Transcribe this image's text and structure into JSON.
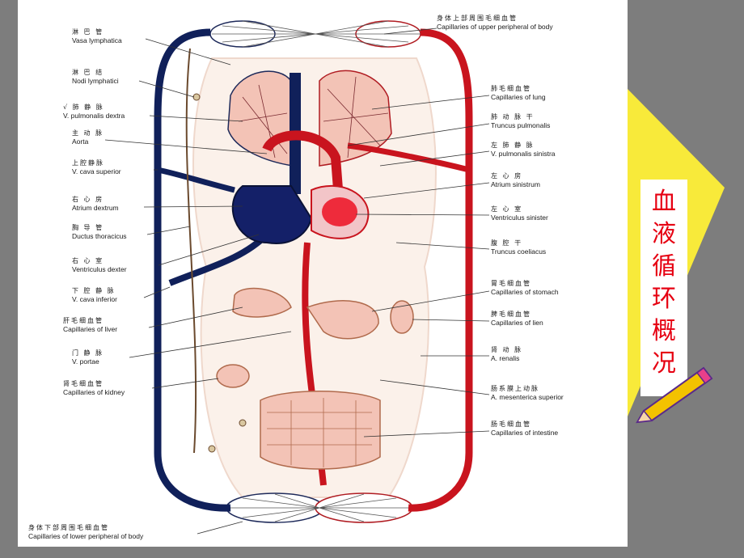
{
  "side_title": [
    "血",
    "液",
    "循",
    "环",
    "概",
    "况"
  ],
  "colors": {
    "frame": "#7d7d7d",
    "arrow": "#f8ea3a",
    "title": "#e60012",
    "artery": "#c9141e",
    "vein": "#10205a",
    "lymph": "#6b4a2e"
  },
  "labels_left": [
    {
      "zh": "淋 巴 管",
      "la": "Vasa lymphatica"
    },
    {
      "zh": "淋 巴 结",
      "la": "Nodi lymphatici"
    },
    {
      "zh": "√ 肺 静 脉",
      "la": "V. pulmonalis dextra"
    },
    {
      "zh": "主 动 脉",
      "la": "Aorta"
    },
    {
      "zh": "上腔静脉",
      "la": "V. cava superior"
    },
    {
      "zh": "右 心 房",
      "la": "Atrium dextrum"
    },
    {
      "zh": "胸 导 管",
      "la": "Ductus thoracicus"
    },
    {
      "zh": "右 心 室",
      "la": "Ventriculus dexter"
    },
    {
      "zh": "下 腔 静 脉",
      "la": "V. cava inferior"
    },
    {
      "zh": "肝毛细血管",
      "la": "Capillaries of liver"
    },
    {
      "zh": "门 静 脉",
      "la": "V. portae"
    },
    {
      "zh": "肾毛细血管",
      "la": "Capillaries of kidney"
    },
    {
      "zh": "身体下部周围毛细血管",
      "la": "Capillaries of lower peripheral of body"
    }
  ],
  "labels_right": [
    {
      "zh": "身体上部周围毛细血管",
      "la": "Capillaries of upper peripheral of body"
    },
    {
      "zh": "肺毛细血管",
      "la": "Capillaries of lung"
    },
    {
      "zh": "肺 动 脉 干",
      "la": "Truncus pulmonalis"
    },
    {
      "zh": "左 肺 静 脉",
      "la": "V. pulmonalis sinistra"
    },
    {
      "zh": "左 心 房",
      "la": "Atrium sinistrum"
    },
    {
      "zh": "左 心 室",
      "la": "Ventriculus sinister"
    },
    {
      "zh": "腹 腔 干",
      "la": "Truncus coeliacus"
    },
    {
      "zh": "胃毛细血管",
      "la": "Capillaries of stomach"
    },
    {
      "zh": "脾毛细血管",
      "la": "Capillaries of lien"
    },
    {
      "zh": "肾 动 脉",
      "la": "A. renalis"
    },
    {
      "zh": "肠系膜上动脉",
      "la": "A. mesenterica superior"
    },
    {
      "zh": "肠毛细血管",
      "la": "Capillaries of intestine"
    }
  ]
}
